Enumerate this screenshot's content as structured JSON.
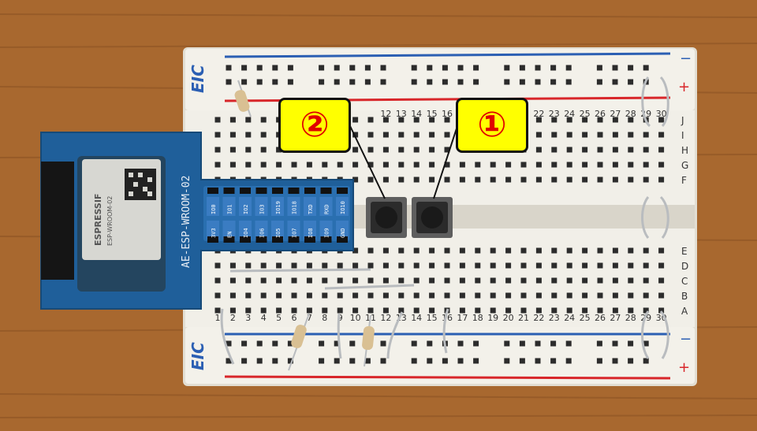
{
  "breadboard": {
    "brand_top": "EIC",
    "brand_bottom": "EIC",
    "rail_minus_top": "−",
    "rail_plus_top": "+",
    "rail_minus_bottom": "−",
    "rail_plus_bottom": "+",
    "row_letters_top": [
      "J",
      "I",
      "H",
      "G",
      "F"
    ],
    "row_letters_bottom": [
      "E",
      "D",
      "C",
      "B",
      "A"
    ],
    "column_numbers": [
      "1",
      "2",
      "3",
      "4",
      "5",
      "6",
      "7",
      "8",
      "9",
      "10",
      "11",
      "12",
      "13",
      "14",
      "15",
      "16",
      "17",
      "18",
      "19",
      "20",
      "21",
      "22",
      "23",
      "24",
      "25",
      "26",
      "27",
      "28",
      "29",
      "30"
    ]
  },
  "module": {
    "label": "AE-ESP-WROOM-02",
    "chip_brand": "ESPRESSIF",
    "chip_model": "ESP-WROOM-02",
    "top_pins": [
      "IO0",
      "IO1",
      "IO2",
      "IO3",
      "IO19",
      "IO18",
      "TXD",
      "RXD",
      "IO10"
    ],
    "bottom_pins": [
      "3V3",
      "EN",
      "IO4",
      "IO6",
      "IO5",
      "IO7",
      "IO8",
      "IO9",
      "GND"
    ]
  },
  "callouts": {
    "button_2": "②",
    "button_1": "①"
  },
  "colors": {
    "wood": "#a8682f",
    "board": "#f1efe8",
    "red_line": "#d8262a",
    "blue_line": "#2b5fb3",
    "pcb": "#1f5f9a",
    "callout_fill": "#ffff00",
    "callout_text": "#e00000"
  }
}
